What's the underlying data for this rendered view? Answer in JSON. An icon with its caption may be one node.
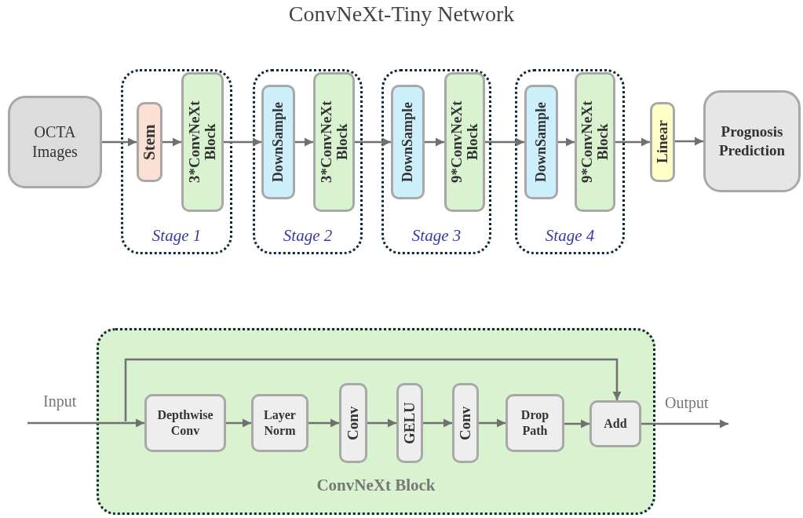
{
  "diagram": {
    "title": "ConvNeXt-Tiny Network",
    "nodes": [
      {
        "text": [
          "OCTA Images"
        ]
      },
      {
        "text": [
          "Stage 1"
        ]
      },
      {
        "text": [
          "Stem"
        ],
        "in": 1
      },
      {
        "text": [
          "3*ConvNeXt Block"
        ],
        "in": 1
      },
      {
        "text": [
          "Stage 2"
        ]
      },
      {
        "text": [
          "DownSample"
        ],
        "in": 4
      },
      {
        "text": [
          "3*ConvNeXt Block"
        ],
        "in": 4
      },
      {
        "text": [
          "Stage 3"
        ]
      },
      {
        "text": [
          "DownSample"
        ],
        "in": 7
      },
      {
        "text": [
          "9*ConvNeXt Block"
        ],
        "in": 7
      },
      {
        "text": [
          "Stage 4"
        ]
      },
      {
        "text": [
          "DownSample"
        ],
        "in": 10
      },
      {
        "text": [
          "9*ConvNeXt Block"
        ],
        "in": 10
      },
      {
        "text": [
          "Linear"
        ]
      },
      {
        "text": [
          "Prognosis Prediction"
        ]
      },
      {
        "text": [
          "ConvNeXt Block"
        ]
      },
      {
        "text": [
          "Depthwise Conv"
        ],
        "in": 15
      },
      {
        "text": [
          "Layer Norm"
        ],
        "in": 15
      },
      {
        "text": [
          "Conv"
        ],
        "in": 15
      },
      {
        "text": [
          "GELU"
        ],
        "in": 15
      },
      {
        "text": [
          "Conv"
        ],
        "in": 15
      },
      {
        "text": [
          "Drop Path"
        ],
        "in": 15
      },
      {
        "text": [
          "Add"
        ],
        "in": 15
      }
    ],
    "edges": [
      {
        "from": 0,
        "to": 2,
        "arrow": "to"
      },
      {
        "from": 2,
        "to": 3,
        "arrow": "to"
      },
      {
        "from": 3,
        "to": 5,
        "arrow": "to"
      },
      {
        "from": 5,
        "to": 6,
        "arrow": "to"
      },
      {
        "from": 6,
        "to": 8,
        "arrow": "to"
      },
      {
        "from": 8,
        "to": 9,
        "arrow": "to"
      },
      {
        "from": 9,
        "to": 11,
        "arrow": "to"
      },
      {
        "from": 11,
        "to": 12,
        "arrow": "to"
      },
      {
        "from": 12,
        "to": 13,
        "arrow": "to"
      },
      {
        "from": 13,
        "to": 14,
        "arrow": "to"
      },
      {
        "from": null,
        "to": 16,
        "arrow": "to"
      },
      {
        "from": null,
        "to": 22,
        "arrow": "to"
      },
      {
        "from": 16,
        "to": 17,
        "arrow": "to"
      },
      {
        "from": 17,
        "to": 18,
        "arrow": "to"
      },
      {
        "from": 18,
        "to": 19,
        "arrow": "to"
      },
      {
        "from": 19,
        "to": 20,
        "arrow": "to"
      },
      {
        "from": 20,
        "to": 21,
        "arrow": "to"
      },
      {
        "from": 21,
        "to": 22,
        "arrow": "to"
      },
      {
        "from": 22,
        "to": null,
        "arrow": "to"
      }
    ],
    "labels": [
      "Input",
      "Output"
    ]
  }
}
